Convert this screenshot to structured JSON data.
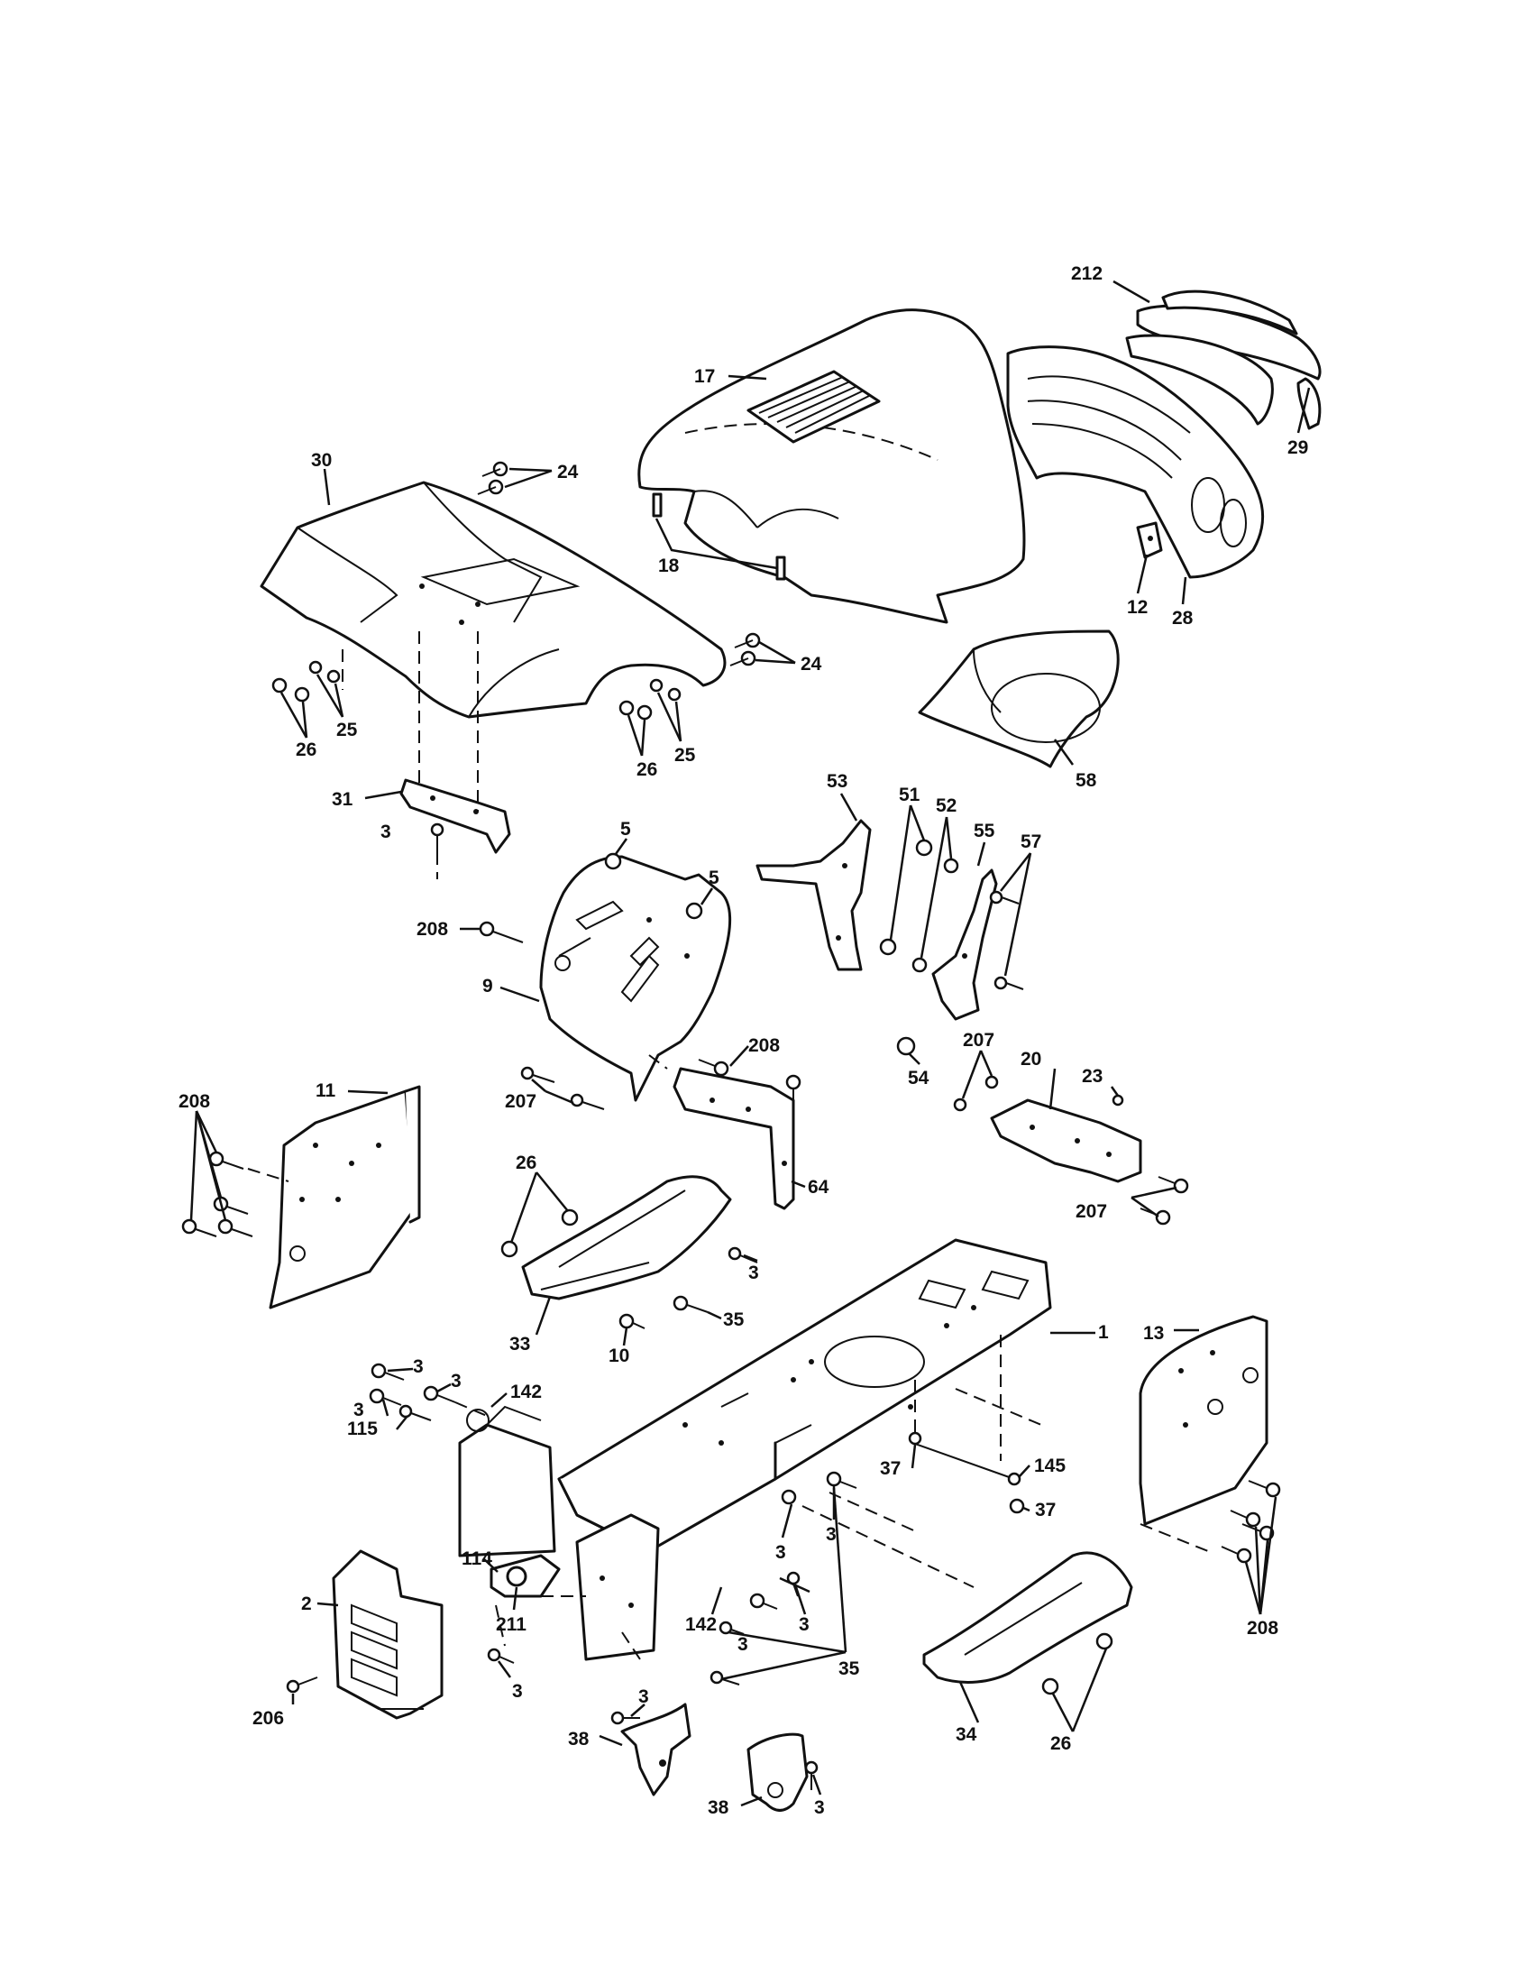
{
  "colors": {
    "ink": "#111111",
    "paper": "#ffffff"
  },
  "callouts": {
    "c212": "212",
    "c29": "29",
    "c17": "17",
    "c18": "18",
    "c12": "12",
    "c28": "28",
    "c30": "30",
    "c24a": "24",
    "c24b": "24",
    "c25a": "25",
    "c26a": "26",
    "c25b": "25",
    "c26b": "26",
    "c58": "58",
    "c31": "31",
    "c3a": "3",
    "c53": "53",
    "c51": "51",
    "c52": "52",
    "c55": "55",
    "c57": "57",
    "c5a": "5",
    "c5b": "5",
    "c208a": "208",
    "c9": "9",
    "c54": "54",
    "c208b": "208",
    "c207a": "207",
    "c207b": "207",
    "c20": "20",
    "c23": "23",
    "c207c": "207",
    "c11": "11",
    "c208c": "208",
    "c64": "64",
    "c26c": "26",
    "c3b": "3",
    "c35a": "35",
    "c33": "33",
    "c10": "10",
    "c1": "1",
    "c13": "13",
    "c3c": "3",
    "c3d": "3",
    "c142a": "142",
    "c3e": "3",
    "c115": "115",
    "c37a": "37",
    "c145": "145",
    "c37b": "37",
    "c3f": "3",
    "c3g": "3",
    "c114": "114",
    "c211": "211",
    "c142b": "142",
    "c3h": "3",
    "c3i": "3",
    "c2": "2",
    "c35b": "35",
    "c208d": "208",
    "c206": "206",
    "c3j": "3",
    "c3k": "3",
    "c38a": "38",
    "c38b": "38",
    "c3l": "3",
    "c34": "34",
    "c26d": "26"
  }
}
